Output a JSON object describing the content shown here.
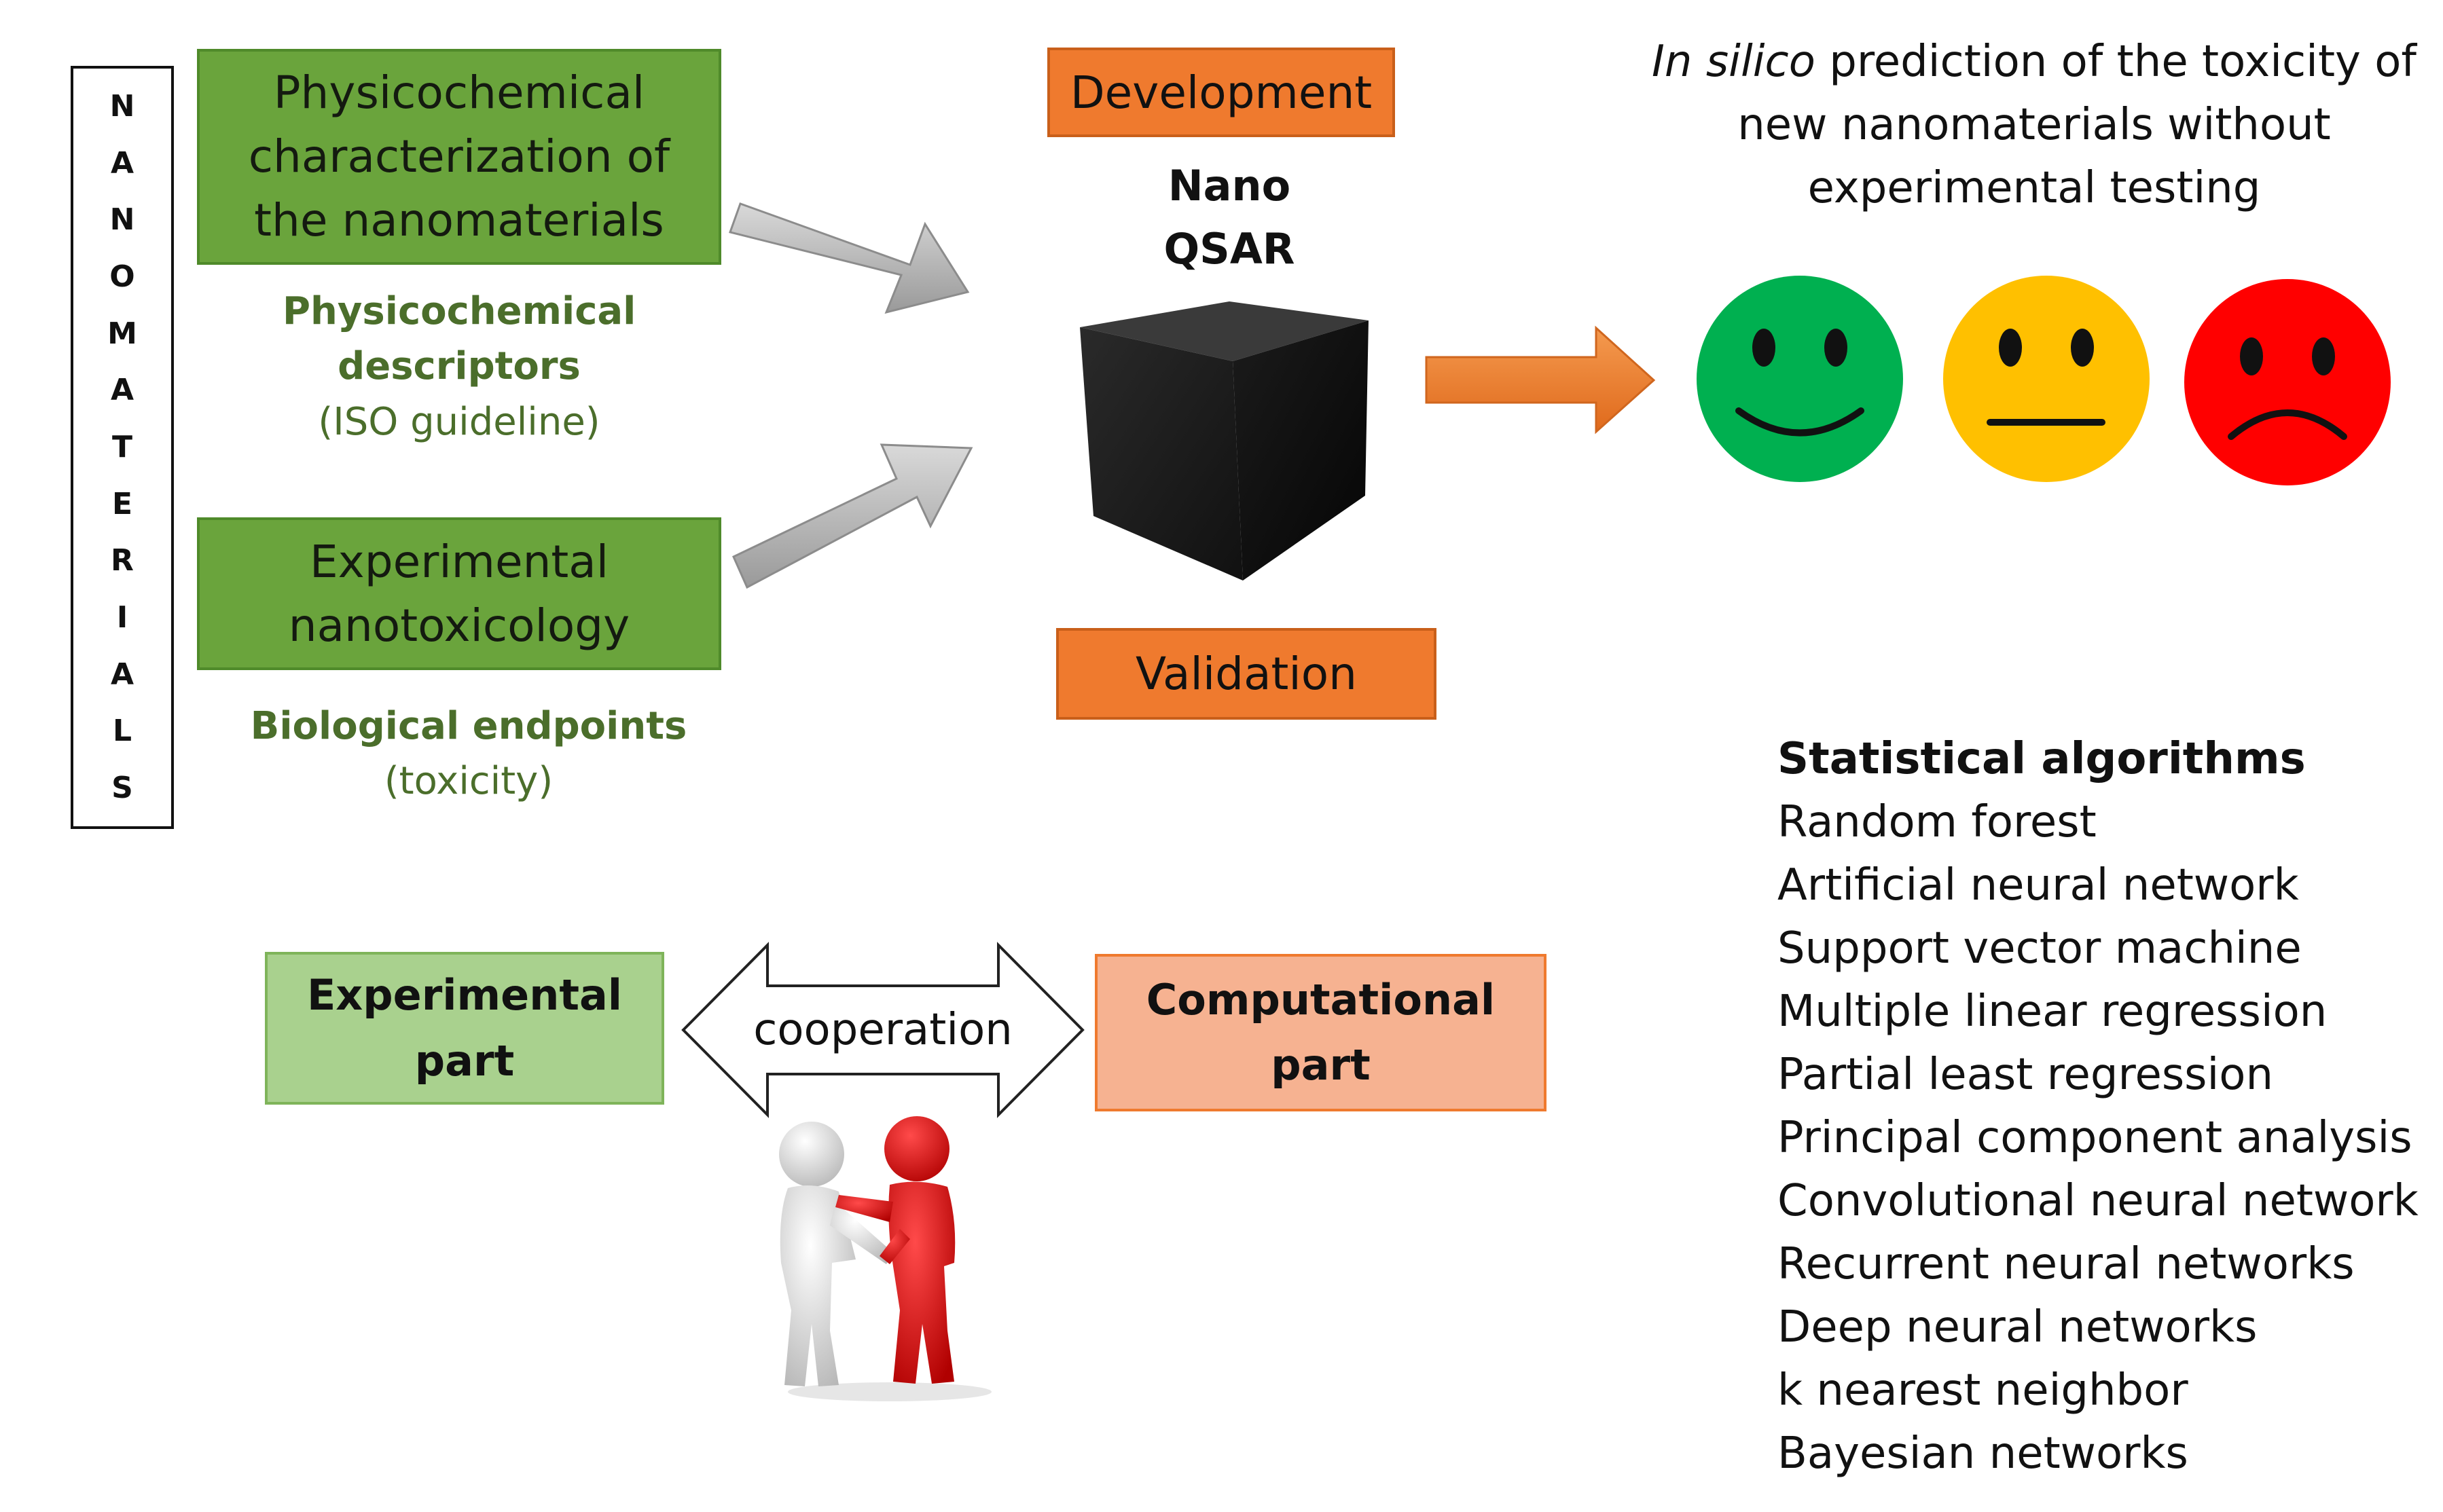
{
  "side_label": {
    "letters": [
      "N",
      "A",
      "N",
      "O",
      "M",
      "A",
      "T",
      "E",
      "R",
      "I",
      "A",
      "L",
      "S"
    ]
  },
  "inputs": {
    "physchem_box": "Physicochemical characterization of the nanomaterials",
    "physchem_desc_bold": "Physicochemical descriptors",
    "physchem_desc_note": "(ISO guideline)",
    "exp_box": "Experimental nanotoxicology",
    "exp_desc_bold": "Biological endpoints",
    "exp_desc_note": "(toxicity)"
  },
  "model": {
    "development_label": "Development",
    "name_line1": "Nano",
    "name_line2": "QSAR",
    "validation_label": "Validation"
  },
  "prediction": {
    "italic_part": "In silico",
    "rest_line1": " prediction of the toxicity of",
    "line2": "new nanomaterials without",
    "line3": "experimental testing",
    "faces": [
      "green-smile-face-icon",
      "yellow-neutral-face-icon",
      "red-sad-face-icon"
    ]
  },
  "cooperation": {
    "left_label": "Experimental part",
    "arrow_label": "cooperation",
    "right_label": "Computational part"
  },
  "algorithms": {
    "title": "Statistical algorithms",
    "items": [
      "Random forest",
      "Artificial neural network",
      "Support vector machine",
      "Multiple linear regression",
      "Partial least regression",
      "Principal component analysis",
      "Convolutional neural network",
      "Recurrent neural networks",
      "Deep neural networks",
      "k nearest neighbor",
      "Bayesian networks"
    ]
  },
  "colors": {
    "green_box": "#6aa43c",
    "orange_box": "#ef7a2e",
    "light_green_box": "#a9d18e",
    "light_orange_box": "#f6b291",
    "descriptor_text": "#4b6e2b",
    "face_green": "#00b050",
    "face_yellow": "#ffc000",
    "face_red": "#ff0000"
  }
}
